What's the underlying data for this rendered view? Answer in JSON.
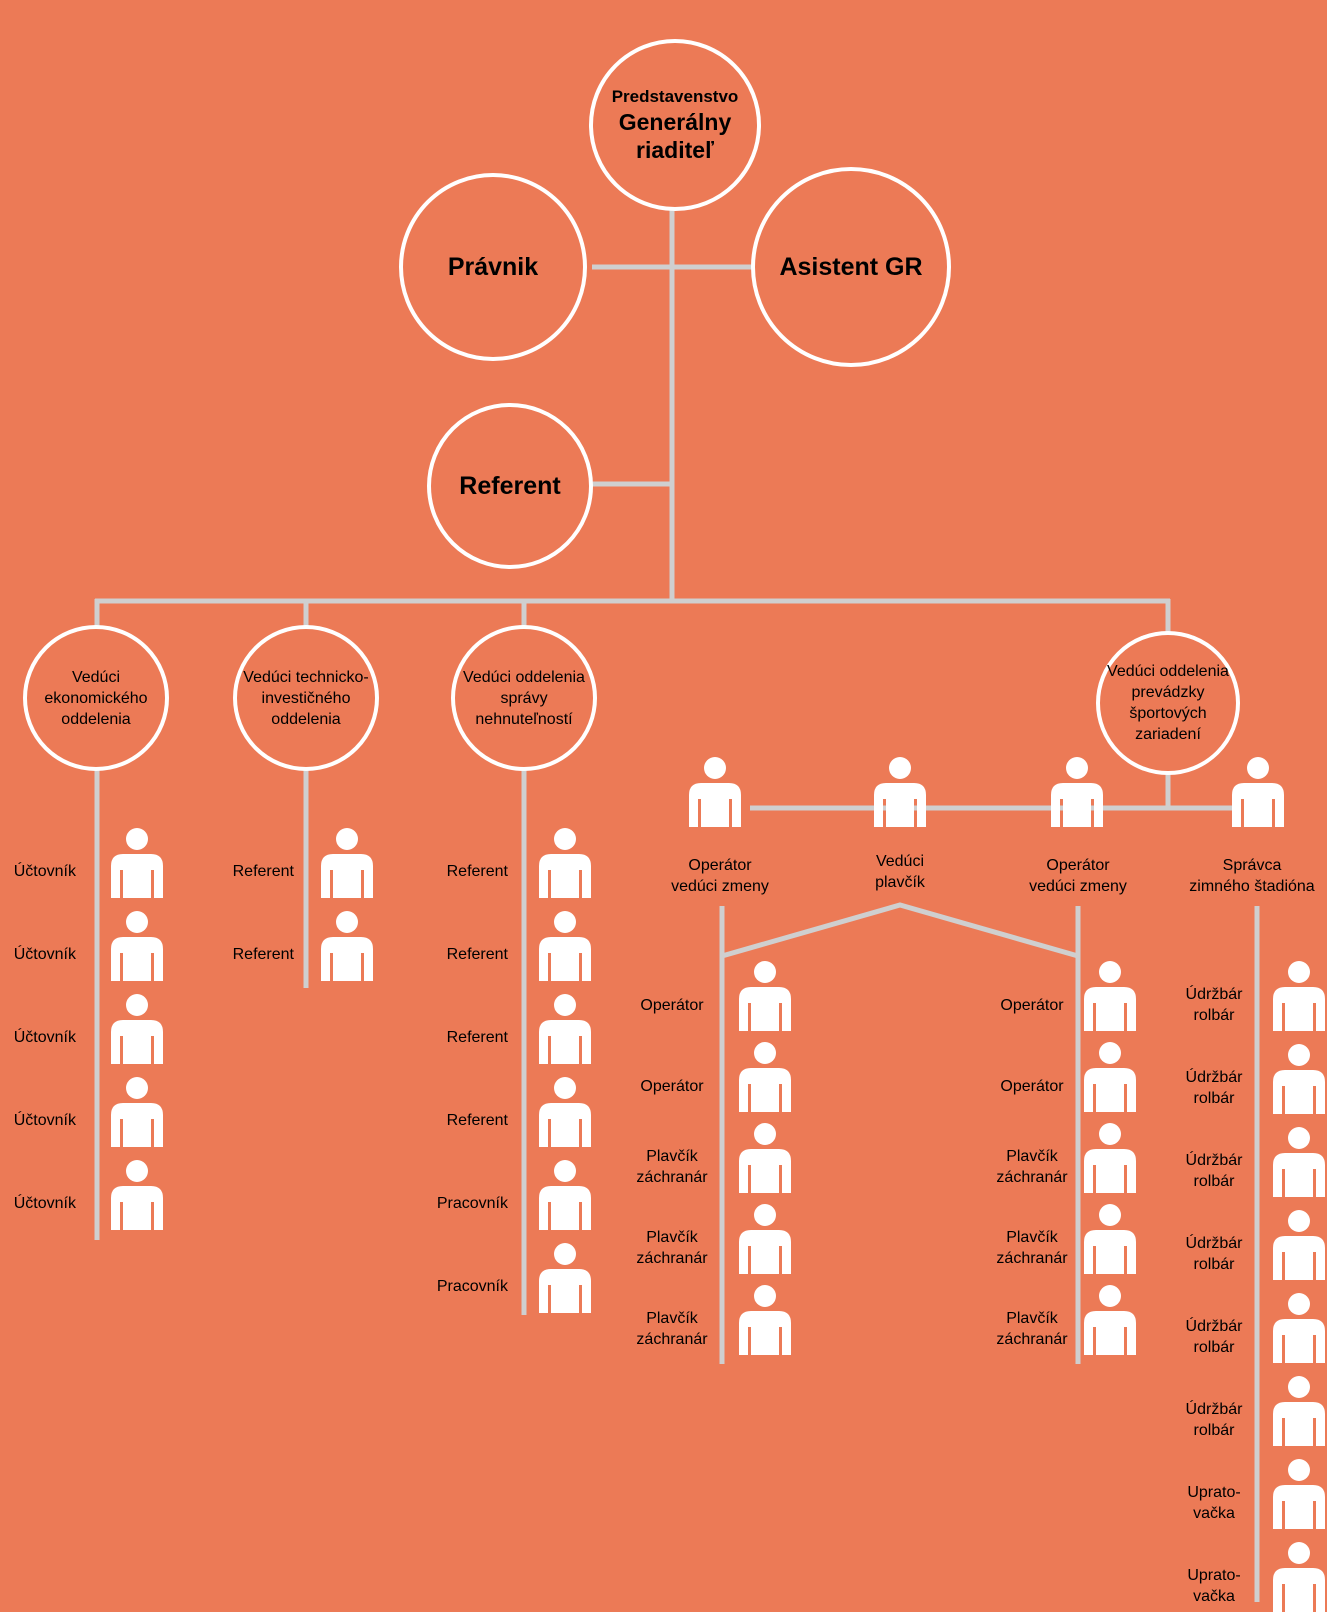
{
  "colors": {
    "background": "#ec7a56",
    "lines": "#cfcfcf",
    "circle_stroke": "#ffffff",
    "person": "#ffffff"
  },
  "top": {
    "line1": "Predstavenstvo",
    "line2": "Generálny",
    "line3": "riaditeľ"
  },
  "pravnik": "Právnik",
  "asistent": "Asistent GR",
  "referent": "Referent",
  "heads": {
    "ekonomicke": [
      "Vedúci",
      "ekonomického",
      "oddelenia"
    ],
    "technicke": [
      "Vedúci technicko-",
      "investičného",
      "oddelenia"
    ],
    "sprava": [
      "Vedúci oddelenia",
      "správy",
      "nehnuteľností"
    ],
    "prevadzka": [
      "Vedúci oddelenia",
      "prevádzky",
      "športových",
      "zariadení"
    ]
  },
  "ekonomicke_staff": [
    "Účtovník",
    "Účtovník",
    "Účtovník",
    "Účtovník",
    "Účtovník"
  ],
  "technicke_staff": [
    "Referent",
    "Referent"
  ],
  "sprava_staff": [
    "Referent",
    "Referent",
    "Referent",
    "Referent",
    "Pracovník",
    "Pracovník"
  ],
  "prevadzka_subs": {
    "op1": [
      "Operátor",
      "vedúci zmeny"
    ],
    "plavcik": [
      "Vedúci",
      "plavčík"
    ],
    "op2": [
      "Operátor",
      "vedúci zmeny"
    ],
    "spravca": [
      "Správca",
      "zimného štadióna"
    ]
  },
  "left_pool_staff": [
    [
      "Operátor"
    ],
    [
      "Operátor"
    ],
    [
      "Plavčík",
      "záchranár"
    ],
    [
      "Plavčík",
      "záchranár"
    ],
    [
      "Plavčík",
      "záchranár"
    ]
  ],
  "right_pool_staff": [
    [
      "Operátor"
    ],
    [
      "Operátor"
    ],
    [
      "Plavčík",
      "záchranár"
    ],
    [
      "Plavčík",
      "záchranár"
    ],
    [
      "Plavčík",
      "záchranár"
    ]
  ],
  "stadium_staff": [
    [
      "Údržbár",
      "rolbár"
    ],
    [
      "Údržbár",
      "rolbár"
    ],
    [
      "Údržbár",
      "rolbár"
    ],
    [
      "Údržbár",
      "rolbár"
    ],
    [
      "Údržbár",
      "rolbár"
    ],
    [
      "Údržbár",
      "rolbár"
    ],
    [
      "Uprato-",
      "vačka"
    ],
    [
      "Uprato-",
      "vačka"
    ]
  ]
}
